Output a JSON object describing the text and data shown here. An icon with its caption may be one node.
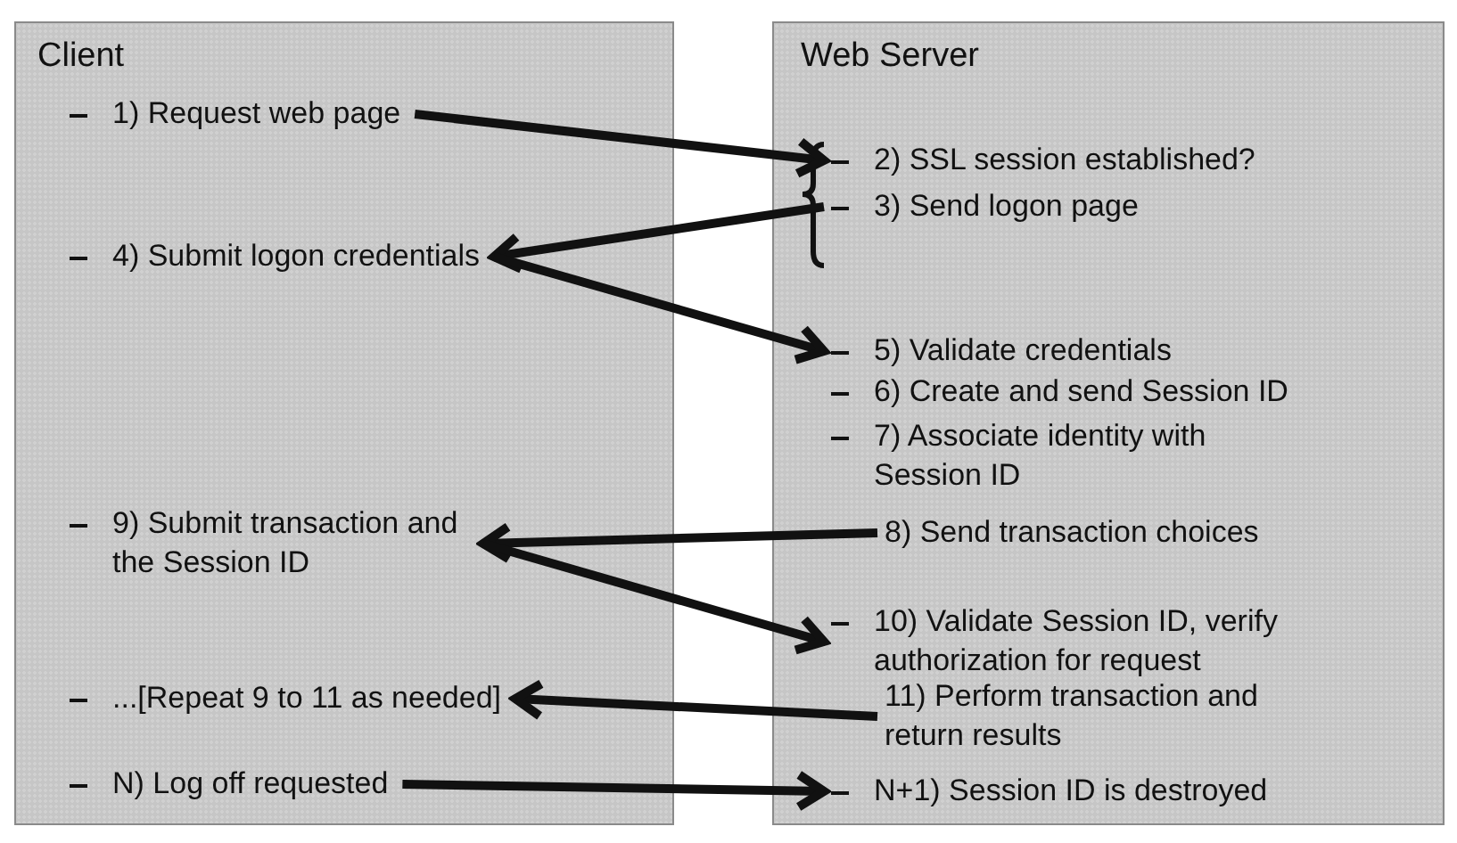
{
  "diagram": {
    "nodes": [
      {
        "text": [
          "Client"
        ]
      },
      {
        "text": [
          "1) Request web page"
        ],
        "in": 0
      },
      {
        "text": [
          "4) Submit logon credentials"
        ],
        "in": 0
      },
      {
        "text": [
          "9) Submit transaction and the Session ID"
        ],
        "in": 0
      },
      {
        "text": [
          "...[Repeat 9 to 11 as needed]"
        ],
        "in": 0
      },
      {
        "text": [
          "N) Log off requested"
        ],
        "in": 0
      },
      {
        "text": [
          "Web Server"
        ]
      },
      {
        "text": [
          "2) SSL session established?"
        ],
        "in": 6
      },
      {
        "text": [
          "3) Send logon page"
        ],
        "in": 6
      },
      {
        "text": [
          "5) Validate credentials"
        ],
        "in": 6
      },
      {
        "text": [
          "6) Create and send Session ID"
        ],
        "in": 6
      },
      {
        "text": [
          "7) Associate identity with Session ID"
        ],
        "in": 6
      },
      {
        "text": [
          "8) Send transaction choices"
        ],
        "in": 6
      },
      {
        "text": [
          "10) Validate Session ID, verify authorization for request"
        ],
        "in": 6
      },
      {
        "text": [
          "11) Perform transaction and return results"
        ],
        "in": 6
      },
      {
        "text": [
          "N+1) Session ID is destroyed"
        ],
        "in": 6
      }
    ],
    "edges": [
      {
        "from": 1,
        "to": 7,
        "arrow": "to"
      },
      {
        "from": 8,
        "to": 2,
        "arrow": "to"
      },
      {
        "from": 2,
        "to": 9,
        "arrow": "to"
      },
      {
        "from": 12,
        "to": 3,
        "arrow": "to"
      },
      {
        "from": 3,
        "to": 13,
        "arrow": "to"
      },
      {
        "from": 14,
        "to": 4,
        "arrow": "to"
      },
      {
        "from": 5,
        "to": 15,
        "arrow": "to"
      }
    ]
  }
}
